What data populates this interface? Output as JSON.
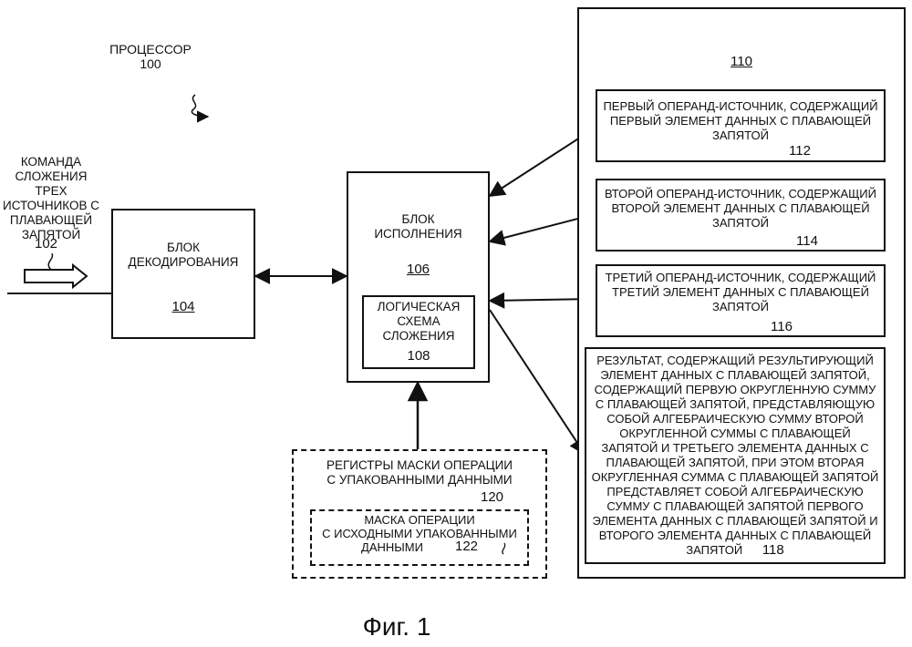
{
  "processor": {
    "label": "ПРОЦЕССОР",
    "ref": "100"
  },
  "instruction": {
    "label_lines": [
      "КОМАНДА",
      "СЛОЖЕНИЯ ТРЕХ",
      "ИСТОЧНИКОВ С",
      "ПЛАВАЮЩЕЙ",
      "ЗАПЯТОЙ"
    ],
    "ref": "102"
  },
  "decode_unit": {
    "label_lines": [
      "БЛОК",
      "ДЕКОДИРОВАНИЯ"
    ],
    "ref": "104"
  },
  "execution_unit": {
    "label_lines": [
      "БЛОК",
      "ИСПОЛНЕНИЯ"
    ],
    "ref": "106"
  },
  "add_logic": {
    "label_lines": [
      "ЛОГИЧЕСКАЯ",
      "СХЕМА",
      "СЛОЖЕНИЯ"
    ],
    "ref": "108"
  },
  "storage": {
    "ref": "110"
  },
  "operand1": {
    "label_lines": [
      "ПЕРВЫЙ ОПЕРАНД-ИСТОЧНИК, СОДЕРЖАЩИЙ",
      "ПЕРВЫЙ ЭЛЕМЕНТ ДАННЫХ С ПЛАВАЮЩЕЙ",
      "ЗАПЯТОЙ"
    ],
    "ref": "112"
  },
  "operand2": {
    "label_lines": [
      "ВТОРОЙ ОПЕРАНД-ИСТОЧНИК, СОДЕРЖАЩИЙ",
      "ВТОРОЙ ЭЛЕМЕНТ ДАННЫХ С ПЛАВАЮЩЕЙ",
      "ЗАПЯТОЙ"
    ],
    "ref": "114"
  },
  "operand3": {
    "label_lines": [
      "ТРЕТИЙ ОПЕРАНД-ИСТОЧНИК, СОДЕРЖАЩИЙ",
      "ТРЕТИЙ ЭЛЕМЕНТ ДАННЫХ С ПЛАВАЮЩЕЙ",
      "ЗАПЯТОЙ"
    ],
    "ref": "116"
  },
  "result": {
    "label_lines": [
      "РЕЗУЛЬТАТ, СОДЕРЖАЩИЙ РЕЗУЛЬТИРУЮЩИЙ",
      "ЭЛЕМЕНТ ДАННЫХ С ПЛАВАЮЩЕЙ ЗАПЯТОЙ,",
      "СОДЕРЖАЩИЙ ПЕРВУЮ ОКРУГЛЕННУЮ СУММУ",
      "С ПЛАВАЮЩЕЙ ЗАПЯТОЙ, ПРЕДСТАВЛЯЮЩУЮ",
      "СОБОЙ АЛГЕБРАИЧЕСКУЮ СУММУ ВТОРОЙ",
      "ОКРУГЛЕННОЙ СУММЫ С ПЛАВАЮЩЕЙ",
      "ЗАПЯТОЙ И ТРЕТЬЕГО ЭЛЕМЕНТА ДАННЫХ С",
      "ПЛАВАЮЩЕЙ ЗАПЯТОЙ, ПРИ ЭТОМ ВТОРАЯ",
      "ОКРУГЛЕННАЯ СУММА С ПЛАВАЮЩЕЙ ЗАПЯТОЙ",
      "ПРЕДСТАВЛЯЕТ СОБОЙ АЛГЕБРАИЧЕСКУЮ",
      "СУММУ С ПЛАВАЮЩЕЙ ЗАПЯТОЙ ПЕРВОГО",
      "ЭЛЕМЕНТА ДАННЫХ С ПЛАВАЮЩЕЙ ЗАПЯТОЙ И",
      "ВТОРОГО ЭЛЕМЕНТА ДАННЫХ С ПЛАВАЮЩЕЙ",
      "ЗАПЯТОЙ"
    ],
    "ref": "118"
  },
  "mask_registers": {
    "label_lines": [
      "РЕГИСТРЫ МАСКИ ОПЕРАЦИИ",
      "С УПАКОВАННЫМИ ДАННЫМИ"
    ],
    "ref": "120"
  },
  "source_mask": {
    "label_lines": [
      "МАСКА ОПЕРАЦИИ",
      "С ИСХОДНЫМИ УПАКОВАННЫМИ",
      "ДАННЫМИ"
    ],
    "ref": "122"
  },
  "caption": "Фиг. 1"
}
